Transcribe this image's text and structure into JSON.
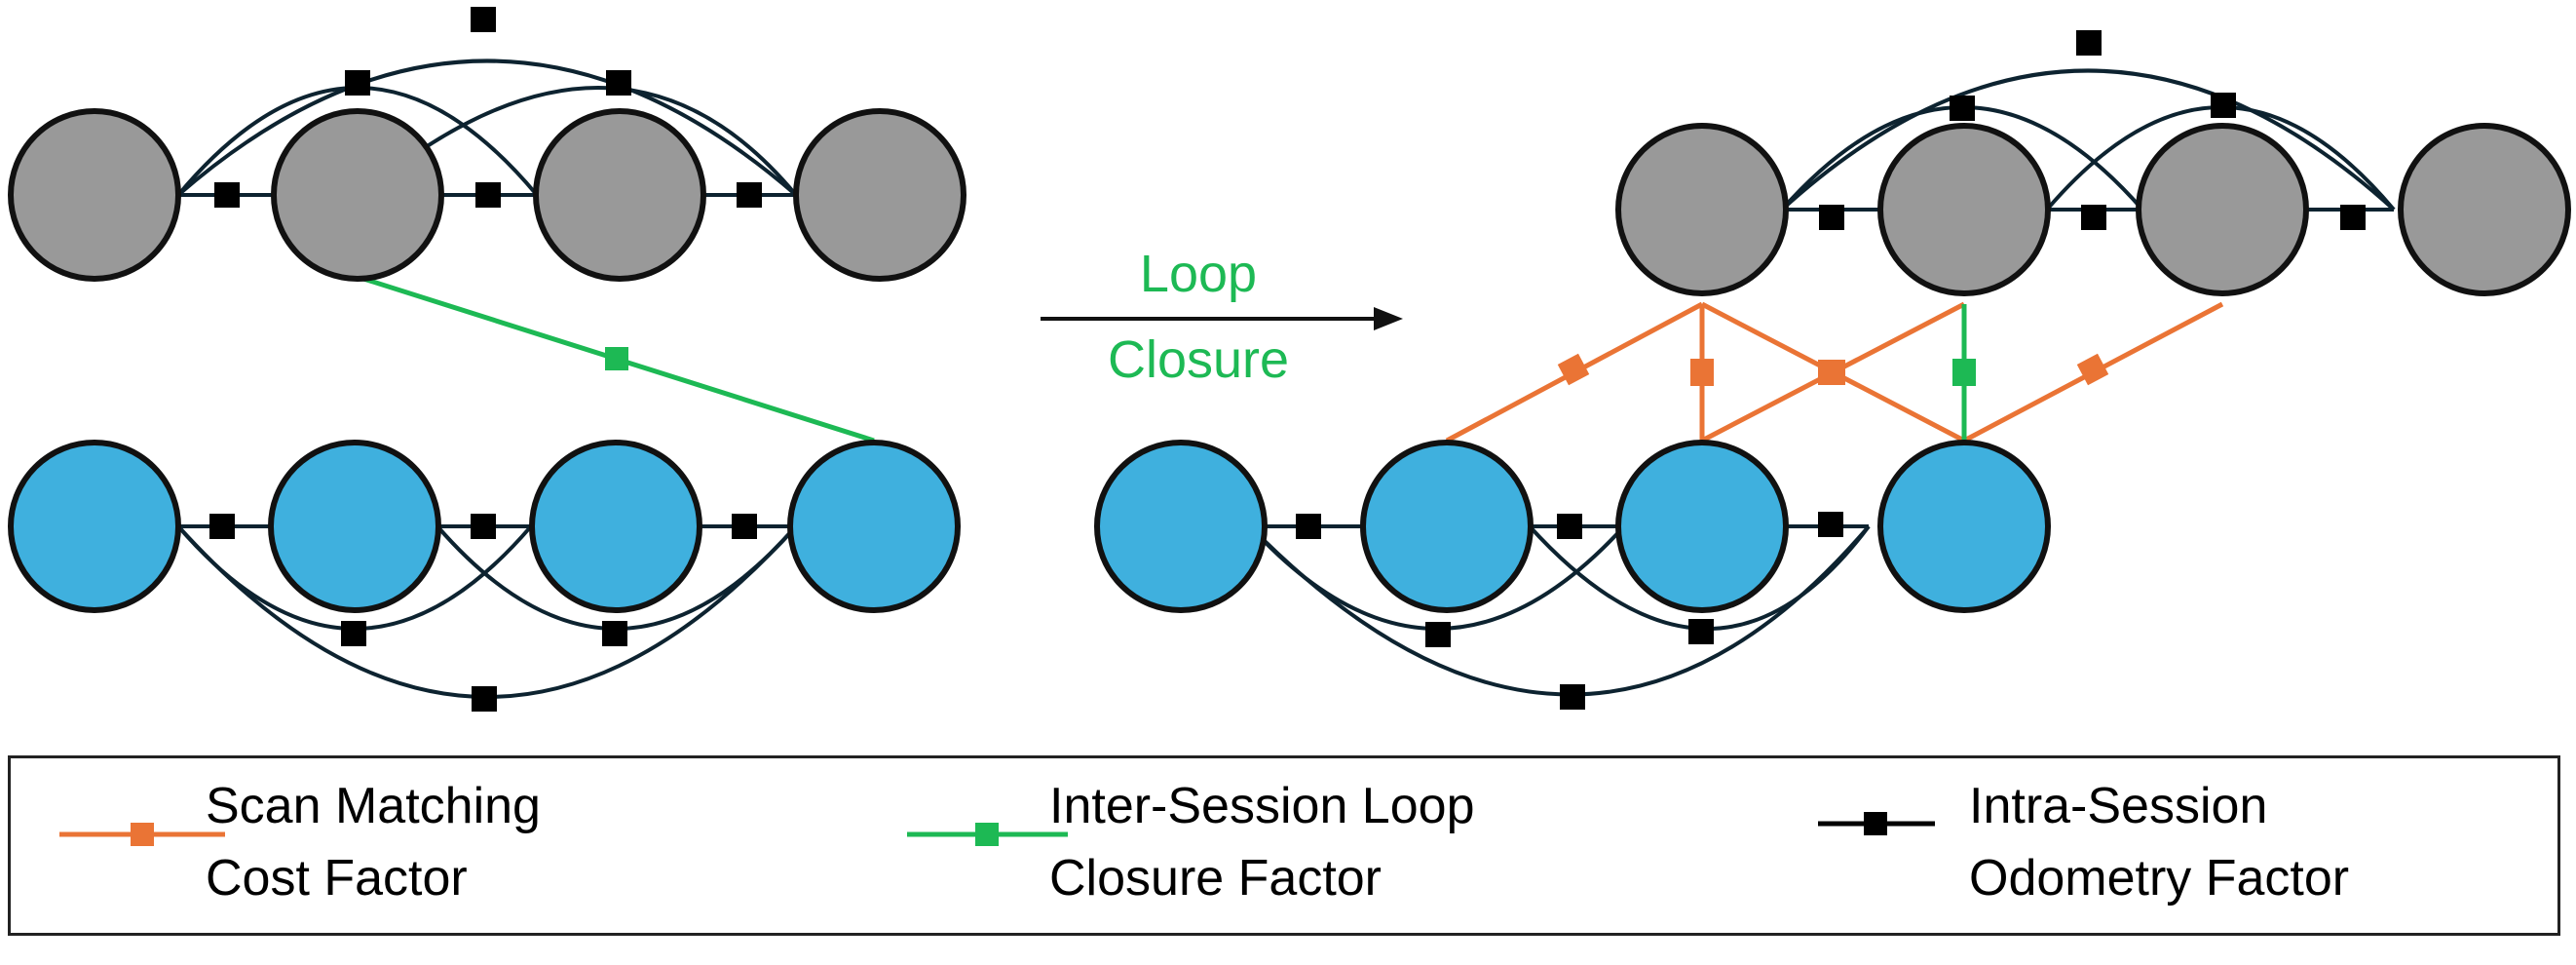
{
  "arrow": {
    "label_line1": "Loop",
    "label_line2": "Closure"
  },
  "legend": [
    {
      "line1": "Scan Matching",
      "line2": "Cost Factor"
    },
    {
      "line1": "Inter-Session Loop",
      "line2": "Closure Factor"
    },
    {
      "line1": "Intra-Session",
      "line2": "Odometry Factor"
    }
  ],
  "colors": {
    "session_a_node": "#999999",
    "session_b_node": "#3fb0de",
    "node_outline": "#111111",
    "odometry": "#0d2330",
    "odometry_marker": "#000000",
    "loop_closure": "#1db954",
    "scan_matching": "#ea7435",
    "arrow": "#111111"
  },
  "icons": {
    "factor_marker": "square"
  }
}
